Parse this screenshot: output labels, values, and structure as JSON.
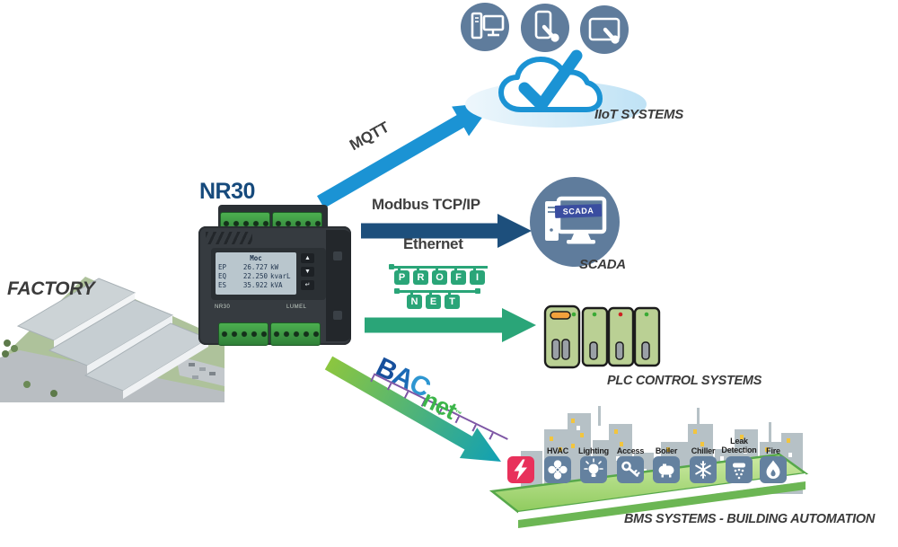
{
  "labels": {
    "factory": "FACTORY",
    "device_name": "NR30"
  },
  "protocols": {
    "mqtt": "MQTT",
    "modbus_tcpip": "Modbus TCP/IP",
    "ethernet": "Ethernet",
    "profinet_row1": [
      "P",
      "R",
      "O",
      "F",
      "I"
    ],
    "profinet_row2": [
      "N",
      "E",
      "T"
    ],
    "bacnet_bac": [
      "B",
      "A",
      "C"
    ],
    "bacnet_net": "net",
    "bacnet_tm": "™"
  },
  "systems": {
    "iiot": "IIoT SYSTEMS",
    "scada": "SCADA",
    "scada_banner": "SCADA",
    "plc": "PLC CONTROL SYSTEMS",
    "bms": "BMS SYSTEMS - BUILDING AUTOMATION"
  },
  "device": {
    "model_badge": "NR30",
    "brand_badge": "LUMEL",
    "lcd": {
      "header": "Moc",
      "rows": [
        {
          "channel": "EP",
          "value": "26.727",
          "unit": "kW"
        },
        {
          "channel": "EQ",
          "value": "22.250",
          "unit": "kvarL"
        },
        {
          "channel": "ES",
          "value": "35.922",
          "unit": "kVA"
        }
      ]
    },
    "buttons": [
      "▲",
      "▼",
      "↵"
    ]
  },
  "bms_tiles": [
    {
      "label": "",
      "icon": "lightning-icon"
    },
    {
      "label": "HVAC",
      "icon": "fan-icon"
    },
    {
      "label": "Lighting",
      "icon": "bulb-icon"
    },
    {
      "label": "Access",
      "icon": "key-icon"
    },
    {
      "label": "Boiler",
      "icon": "boiler-icon"
    },
    {
      "label": "Chiller",
      "icon": "snowflake-icon"
    },
    {
      "label": "Leak Detection",
      "icon": "leak-detection-icon"
    },
    {
      "label": "Fire",
      "icon": "fire-icon"
    }
  ],
  "icons": {
    "cloud": "cloud-check-icon",
    "iiot_devices": [
      "desktop-icon",
      "smartphone-touch-icon",
      "tablet-touch-icon"
    ],
    "scada": "scada-workstation-icon",
    "plc": "plc-modules-icon"
  },
  "colors": {
    "mqtt_blue": "#1b93d4",
    "modbus_navy": "#1d4f7c",
    "profinet_green": "#2aa578",
    "bacnet_gradient_start": "#8cc63f",
    "bacnet_gradient_end": "#10a0b4",
    "icon_circle_blue": "#5f7c9c",
    "tile_blue": "#64819f",
    "tile_pink": "#e8315b",
    "platform_green": "#8fcb5e",
    "nr30_blue": "#164a7c",
    "label_dark": "#3b3b3b",
    "plc_module_green": "#bad094",
    "banner_blue": "#3a4da0"
  }
}
